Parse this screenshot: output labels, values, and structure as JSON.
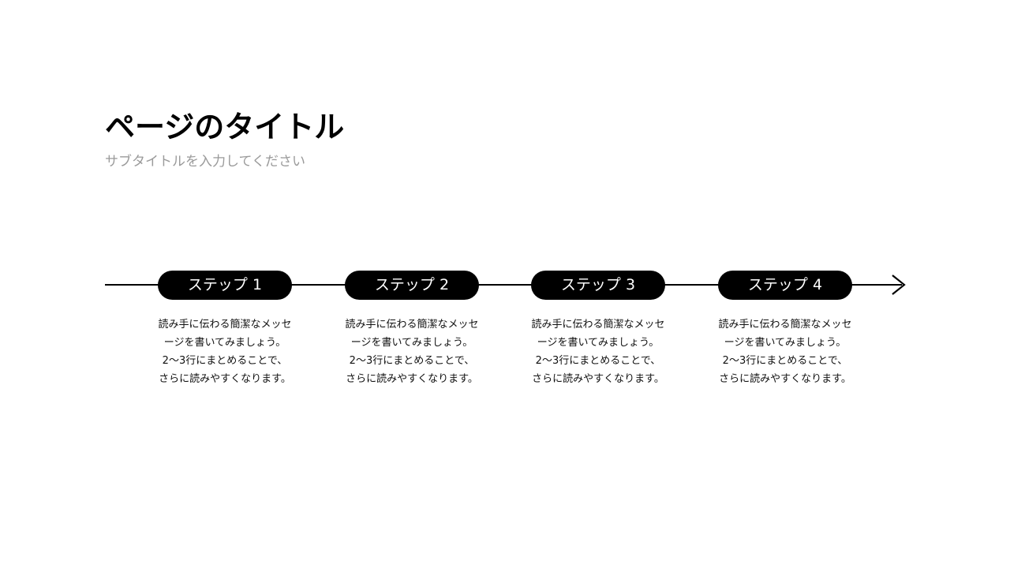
{
  "header": {
    "title": "ページのタイトル",
    "subtitle": "サブタイトルを入力してください"
  },
  "timeline": {
    "line_color": "#000000",
    "arrow_icon": "arrow-right-icon",
    "steps": [
      {
        "label": "ステップ 1",
        "lines": [
          "読み手に伝わる簡潔なメッセ",
          "ージを書いてみましょう。",
          "2〜3行にまとめることで、",
          "さらに読みやすくなります。"
        ]
      },
      {
        "label": "ステップ 2",
        "lines": [
          "読み手に伝わる簡潔なメッセ",
          "ージを書いてみましょう。",
          "2〜3行にまとめることで、",
          "さらに読みやすくなります。"
        ]
      },
      {
        "label": "ステップ 3",
        "lines": [
          "読み手に伝わる簡潔なメッセ",
          "ージを書いてみましょう。",
          "2〜3行にまとめることで、",
          "さらに読みやすくなります。"
        ]
      },
      {
        "label": "ステップ 4",
        "lines": [
          "読み手に伝わる簡潔なメッセ",
          "ージを書いてみましょう。",
          "2〜3行にまとめることで、",
          "さらに読みやすくなります。"
        ]
      }
    ]
  }
}
